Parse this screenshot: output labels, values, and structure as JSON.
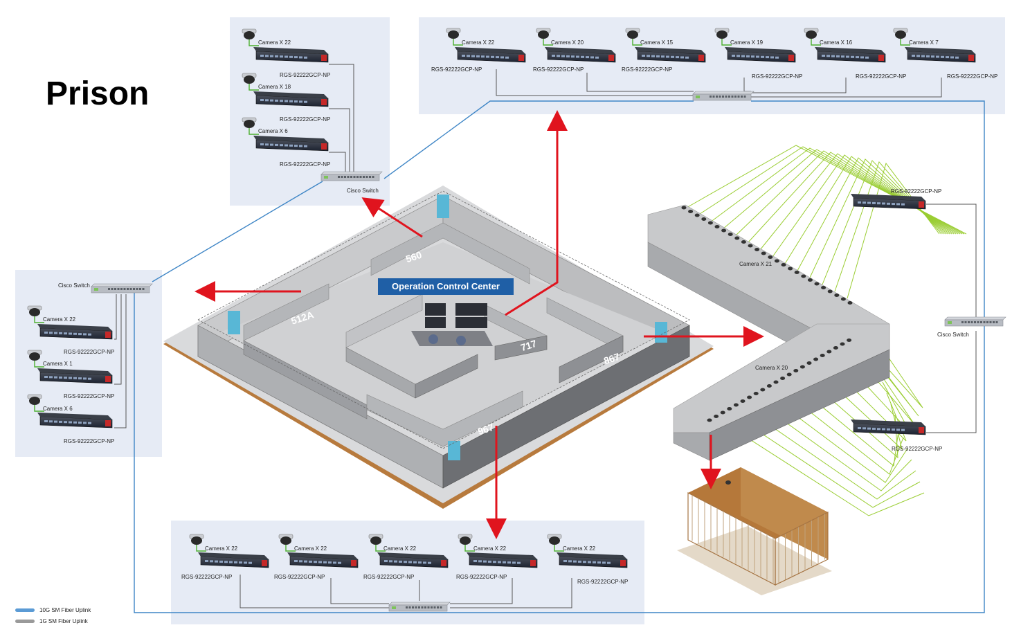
{
  "title": "Prison",
  "center_label": "Operation Control Center",
  "rooms": [
    "560",
    "512A",
    "717",
    "867",
    "967"
  ],
  "switch_model": "RGS-92222GCP-NP",
  "cisco_switch": "Cisco Switch",
  "groups": {
    "top_left": {
      "cameras": [
        "Camera X 22",
        "Camera X 18",
        "Camera X 6"
      ],
      "models": [
        "RGS-92222GCP-NP",
        "RGS-92222GCP-NP",
        "RGS-92222GCP-NP"
      ],
      "switch_label": "Cisco Switch"
    },
    "left": {
      "switch_label": "Cisco Switch",
      "cameras": [
        "Camera X 22",
        "Camera X 1",
        "Camera X 6"
      ],
      "models": [
        "RGS-92222GCP-NP",
        "RGS-92222GCP-NP",
        "RGS-92222GCP-NP"
      ]
    },
    "top": {
      "cameras": [
        "Camera X 22",
        "Camera X 20",
        "Camera X 15",
        "Camera X 19",
        "Camera X 16",
        "Camera X 7"
      ],
      "models": [
        "RGS-92222GCP-NP",
        "RGS-92222GCP-NP",
        "RGS-92222GCP-NP",
        "RGS-92222GCP-NP",
        "RGS-92222GCP-NP",
        "RGS-92222GCP-NP"
      ]
    },
    "bottom": {
      "cameras": [
        "Camera X 22",
        "Camera X 22",
        "Camera X 22",
        "Camera X 22",
        "Camera X 22"
      ],
      "models": [
        "RGS-92222GCP-NP",
        "RGS-92222GCP-NP",
        "RGS-92222GCP-NP",
        "RGS-92222GCP-NP",
        "RGS-92222GCP-NP"
      ]
    },
    "right": {
      "upper_model": "RGS-92222GCP-NP",
      "lower_model": "RGS-92222GCP-NP",
      "switch_label": "Cisco Switch",
      "camera_upper": "Camera X 21",
      "camera_lower": "Camera X 20"
    }
  },
  "legend": [
    {
      "label": "10G SM Fiber Uplink",
      "color": "#5b9bd5"
    },
    {
      "label": "1G SM Fiber Uplink",
      "color": "#9a9a9a"
    }
  ],
  "colors": {
    "panel": "#e6ebf5",
    "fiber_10g": "#3f86c6",
    "arrow": "#e0141e",
    "cell_link": "#9acd32",
    "center_label_bg": "#1f5fa6"
  }
}
